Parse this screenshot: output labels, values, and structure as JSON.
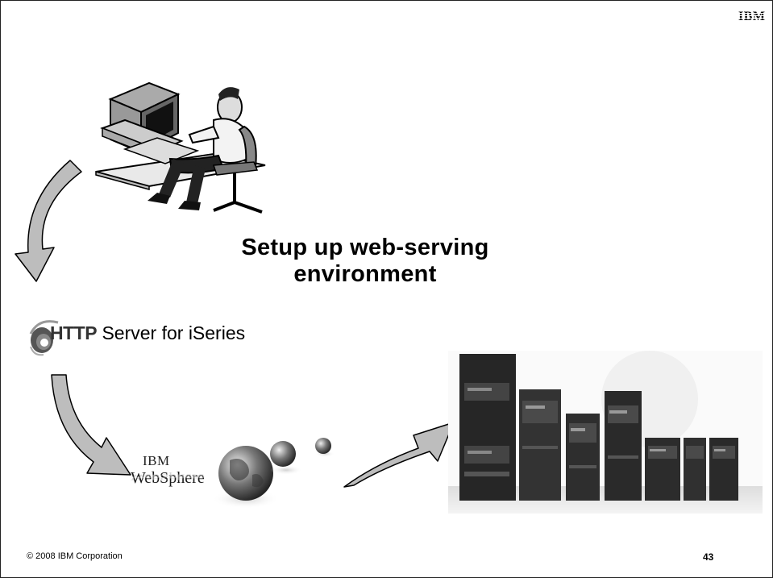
{
  "header": {
    "logo_text": "IBM",
    "logo_icon": "ibm-logo-icon"
  },
  "title": {
    "line1": "Setup up web-serving",
    "line2": "environment"
  },
  "http_server": {
    "brand": "HTTP",
    "label": "Server for iSeries",
    "icon": "http-server-swirl-icon"
  },
  "websphere": {
    "brand": "IBM",
    "product": "WebSphere",
    "icon": "globe-icon"
  },
  "illustrations": {
    "user": "person-at-computer-illustration",
    "servers": "iseries-servers-photo"
  },
  "arrows": [
    "curved-arrow-down-icon",
    "curved-arrow-down-icon",
    "curved-arrow-up-right-icon"
  ],
  "footer": {
    "copyright": "© 2008 IBM Corporation",
    "page_number": "43"
  }
}
